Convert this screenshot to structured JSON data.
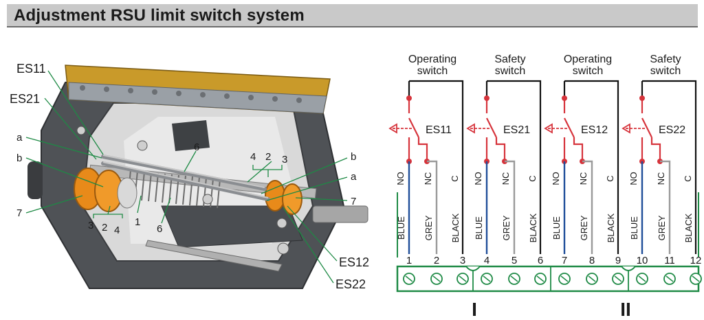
{
  "title": "Adjustment RSU limit switch system",
  "photo_labels": {
    "es11": "ES11",
    "es21": "ES21",
    "es12": "ES12",
    "es22": "ES22",
    "a": "a",
    "b": "b",
    "n1": "1",
    "n2": "2",
    "n3": "3",
    "n4": "4",
    "n6": "6",
    "n7": "7"
  },
  "switches": [
    {
      "top1": "Operating",
      "top2": "switch",
      "code": "ES11"
    },
    {
      "top1": "Safety",
      "top2": "switch",
      "code": "ES21"
    },
    {
      "top1": "Operating",
      "top2": "switch",
      "code": "ES12"
    },
    {
      "top1": "Safety",
      "top2": "switch",
      "code": "ES22"
    }
  ],
  "contacts": [
    "NO",
    "NC",
    "C"
  ],
  "wires": [
    "BLUE",
    "GREY",
    "BLACK"
  ],
  "terminals": [
    "1",
    "2",
    "3",
    "4",
    "5",
    "6",
    "7",
    "8",
    "9",
    "10",
    "11",
    "12"
  ],
  "groups": [
    "I",
    "II"
  ],
  "colors": {
    "red": "#d6333b",
    "blue": "#1f4e9a",
    "grey": "#9a9a9a",
    "black": "#111111",
    "green": "#1e8a45",
    "orange": "#e88a1a"
  }
}
